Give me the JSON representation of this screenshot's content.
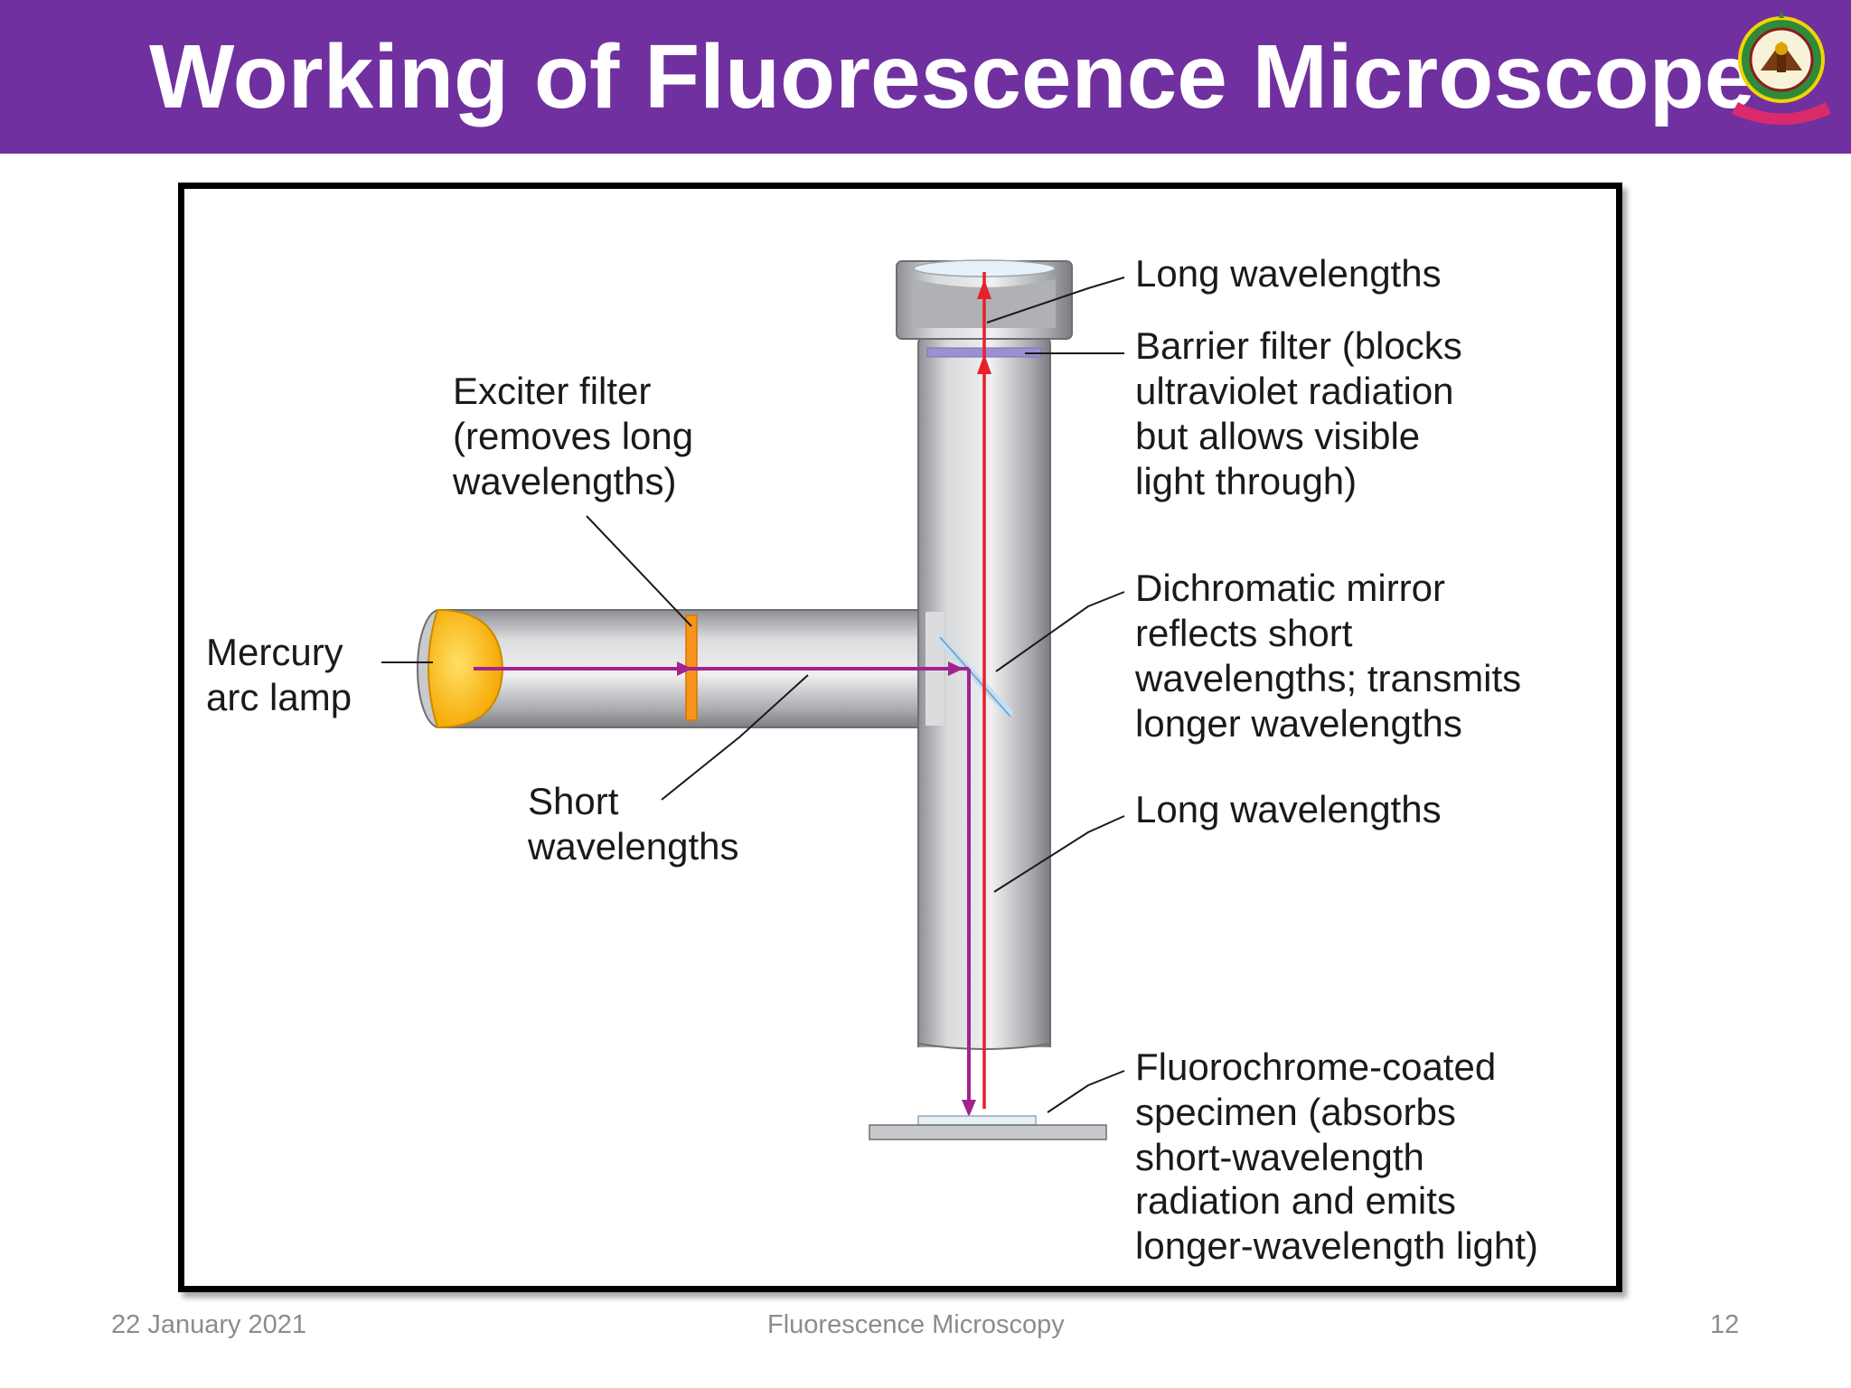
{
  "slide": {
    "title": "Working of Fluorescence Microscope",
    "header_color": "#7030a0"
  },
  "logo": {
    "icon": "university-seal-icon"
  },
  "diagram": {
    "labels": {
      "long_wavelengths_top": "Long wavelengths",
      "barrier_filter": [
        "Barrier filter (blocks",
        "ultraviolet radiation",
        "but allows visible",
        "light through)"
      ],
      "exciter_filter": [
        "Exciter filter",
        "(removes long",
        "wavelengths)"
      ],
      "mercury_lamp": [
        "Mercury",
        "arc lamp"
      ],
      "dichromatic_mirror": [
        "Dichromatic mirror",
        "reflects short",
        "wavelengths; transmits",
        "longer wavelengths"
      ],
      "short_wavelengths": [
        "Short",
        "wavelengths"
      ],
      "long_wavelengths_bottom": "Long wavelengths",
      "specimen": [
        "Fluorochrome-coated",
        "specimen (absorbs",
        "short-wavelength",
        "radiation and emits",
        "longer-wavelength light)"
      ]
    },
    "colors": {
      "short_light": "#a3238e",
      "long_light": "#e8202a",
      "lamp": "#f5b800",
      "exciter_filter": "#f7941d",
      "barrier_filter": "#9d8fd0",
      "tube": "#b5b6b9"
    }
  },
  "footer": {
    "date": "22 January 2021",
    "center": "Fluorescence Microscopy",
    "page": "12"
  }
}
